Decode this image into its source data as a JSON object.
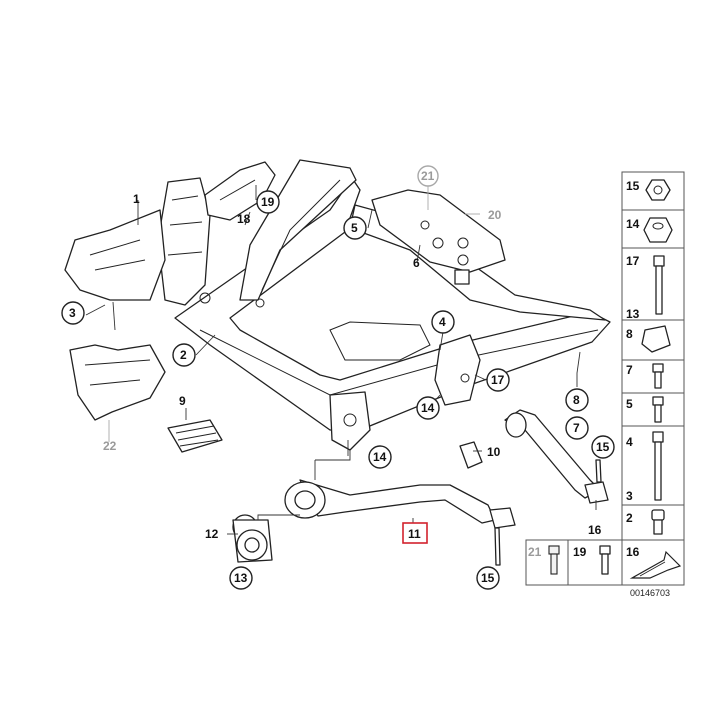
{
  "diagram": {
    "document_number": "00146703",
    "callouts": {
      "c1": "1",
      "c2": "2",
      "c3": "3",
      "c4": "4",
      "c5": "5",
      "c6": "6",
      "c7": "7",
      "c8": "8",
      "c9": "9",
      "c10": "10",
      "c11": "11",
      "c12": "12",
      "c13": "13",
      "c14a": "14",
      "c14b": "14",
      "c15a": "15",
      "c15b": "15",
      "c16": "16",
      "c17": "17",
      "c18": "18",
      "c19": "19",
      "c20": "20",
      "c21": "21",
      "c22": "22"
    },
    "highlighted_part": "11",
    "parts_panel": {
      "right_column": [
        "15",
        "14",
        "17",
        "13",
        "8",
        "7",
        "5",
        "4",
        "3",
        "2"
      ],
      "bottom_row": [
        "21",
        "19",
        "16"
      ]
    },
    "colors": {
      "highlight": "#d2222d",
      "ink": "#222222",
      "greyed": "#9a9a9a"
    }
  }
}
